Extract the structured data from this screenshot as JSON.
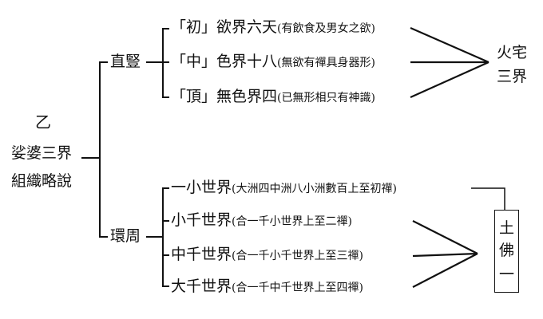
{
  "section_mark": "乙",
  "root": {
    "line1": "娑婆三界",
    "line2": "組織略說"
  },
  "vertical": {
    "label": "直豎",
    "items": [
      {
        "main": "「初」欲界六天",
        "note": "(有飲食及男女之欲)"
      },
      {
        "main": "「中」色界十八",
        "note": "(無欲有禪具身器形)"
      },
      {
        "main": "「頂」無色界四",
        "note": "(已無形相只有神識)"
      }
    ],
    "result": {
      "line1": "火宅",
      "line2": "三界"
    }
  },
  "horizontal": {
    "label": "環周",
    "items": [
      {
        "main": "一小世界",
        "note": "(大洲四中洲八小洲數百上至初禪)"
      },
      {
        "main": "小千世界",
        "note": "(合一千小世界上至二禪)"
      },
      {
        "main": "中千世界",
        "note": "(合一千小千世界上至三禪)"
      },
      {
        "main": "大千世界",
        "note": "(合一千中千世界上至四禪)"
      }
    ],
    "result": {
      "chars": [
        "土",
        "佛",
        "一"
      ]
    }
  }
}
